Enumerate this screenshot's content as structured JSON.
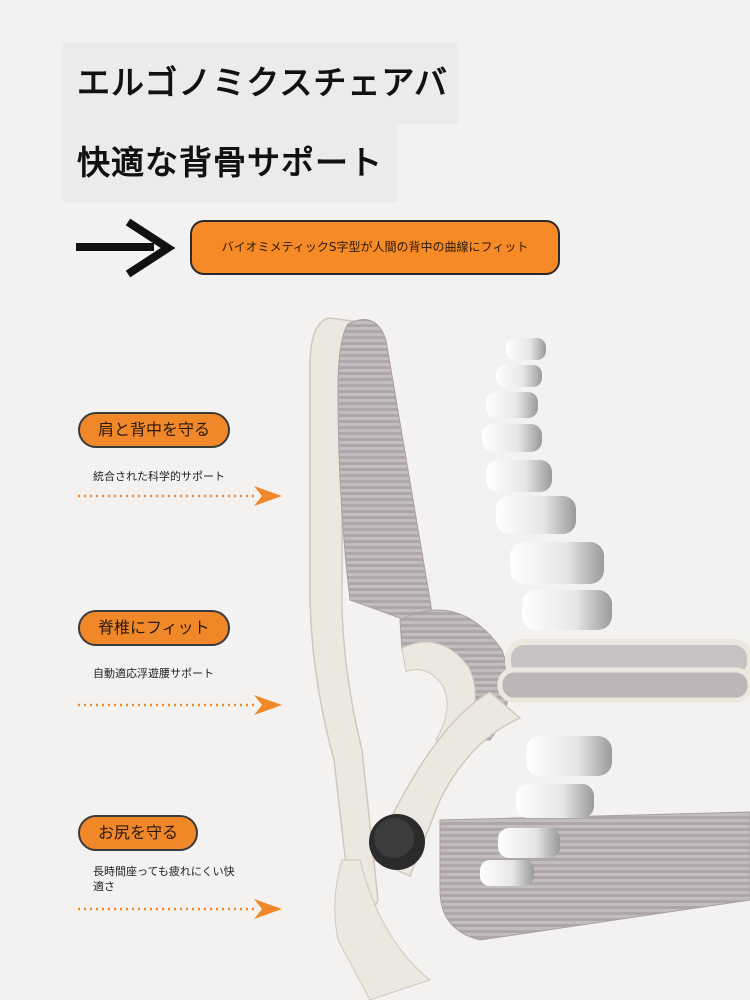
{
  "header": {
    "title_line1": "エルゴノミクスチェアバック",
    "title_line2": "快適な背骨サポート"
  },
  "banner": {
    "text": "バイオミメティックS字型が人間の背中の曲線にフィット"
  },
  "features": [
    {
      "label": "肩と背中を守る",
      "description": "統合された科学的サポート"
    },
    {
      "label": "脊椎にフィット",
      "description": "自動適応浮遊腰サポート"
    },
    {
      "label": "お尻を守る",
      "description": "長時間座っても疲れにくい快適さ"
    }
  ],
  "colors": {
    "accent": "#f58a26",
    "mesh": "#b9b2b4",
    "frame": "#ece7df",
    "background": "#f3f2f1"
  },
  "icons": [
    "big-right-arrow-icon",
    "dotted-arrow-icon",
    "spine-vertebra-icon",
    "chair-knob-icon"
  ]
}
